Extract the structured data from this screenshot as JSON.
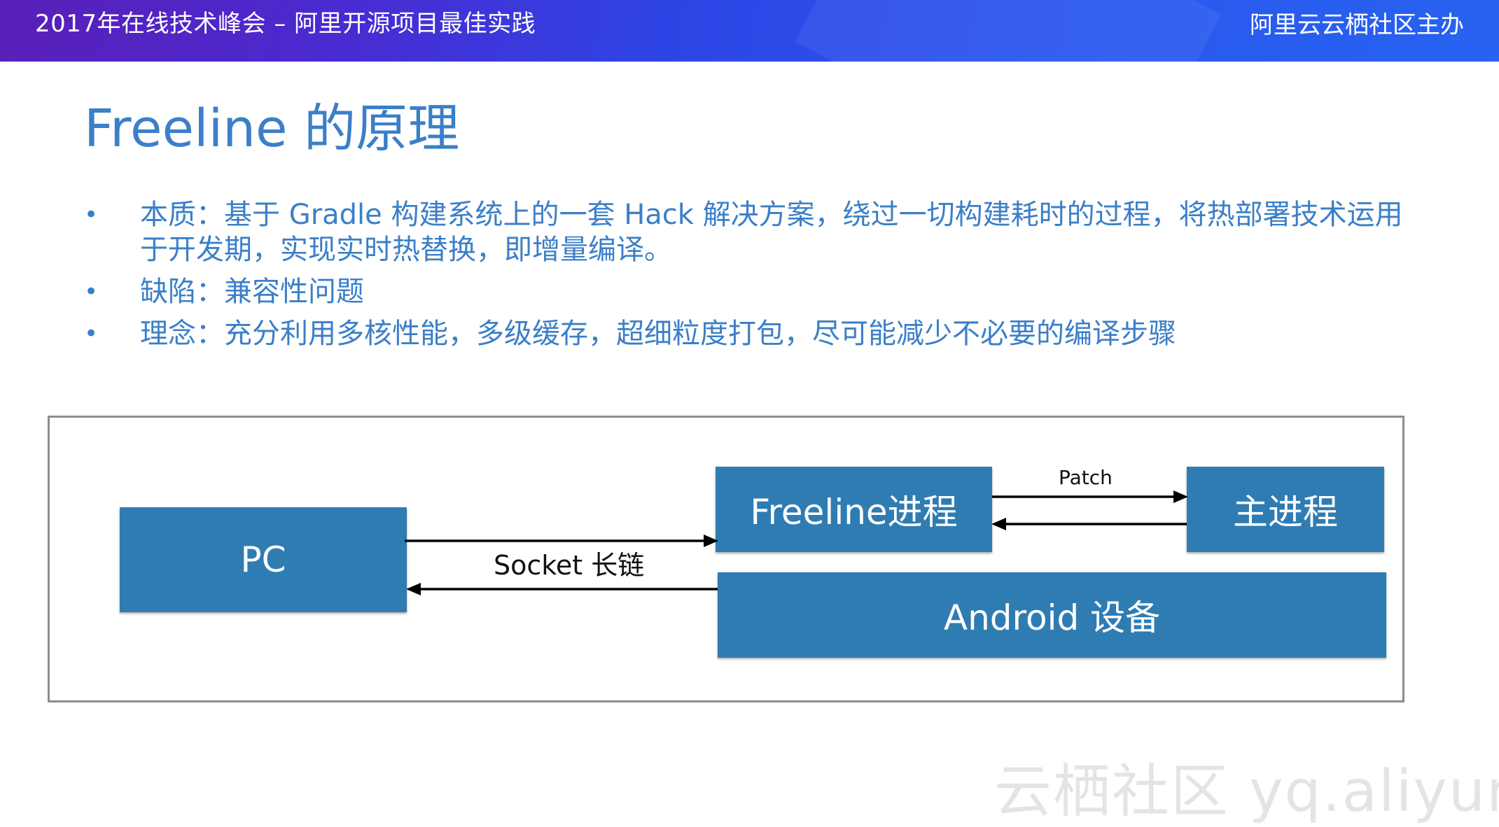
{
  "header": {
    "left_text": "2017年在线技术峰会 – 阿里开源项目最佳实践",
    "right_text": "阿里云云栖社区主办"
  },
  "slide": {
    "title": "Freeline 的原理",
    "bullets": [
      "本质：基于 Gradle 构建系统上的一套 Hack 解决方案，绕过一切构建耗时的过程，将热部署技术运用于开发期，实现实时热替换，即增量编译。",
      "缺陷：兼容性问题",
      "理念：充分利用多核性能，多级缓存，超细粒度打包，尽可能减少不必要的编译步骤"
    ],
    "bullet_symbol": "•"
  },
  "diagram": {
    "pc_label": "PC",
    "freeline_label": "Freeline进程",
    "main_label": "主进程",
    "android_label": "Android 设备",
    "socket_label": "Socket 长链",
    "patch_label": "Patch"
  },
  "watermark": "云栖社区 yq.aliyun.com",
  "colors": {
    "accent": "#3b7fc8",
    "box_fill": "#2f7cb3",
    "frame_border": "#8d8d8d"
  }
}
